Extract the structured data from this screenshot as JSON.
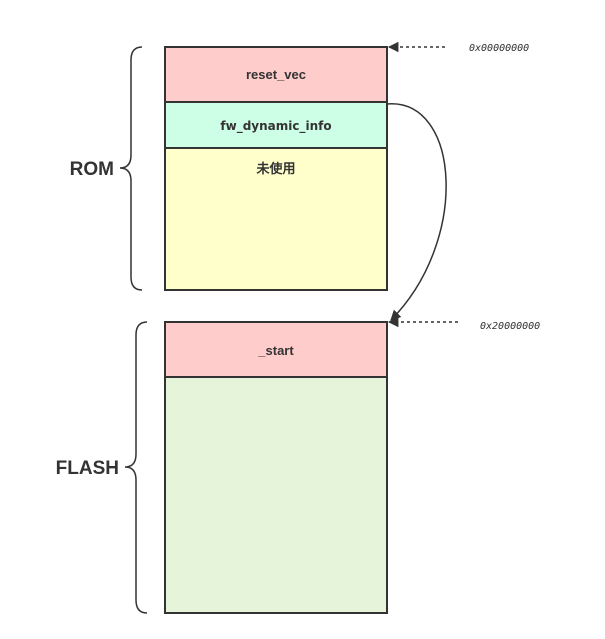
{
  "regions": {
    "rom": {
      "label": "ROM",
      "blocks": [
        {
          "label": "reset_vec",
          "fill": "#ffcccc"
        },
        {
          "label": "fw_dynamic_info",
          "fill": "#ccffe6"
        },
        {
          "label": "未使用",
          "fill": "#ffffcc"
        }
      ],
      "address": "0x00000000"
    },
    "flash": {
      "label": "FLASH",
      "blocks": [
        {
          "label": "_start",
          "fill": "#ffcccc"
        },
        {
          "label": "",
          "fill": "#e6f5d9"
        }
      ],
      "address": "0x20000000"
    }
  },
  "colors": {
    "stroke": "#333333",
    "text": "#333333"
  }
}
